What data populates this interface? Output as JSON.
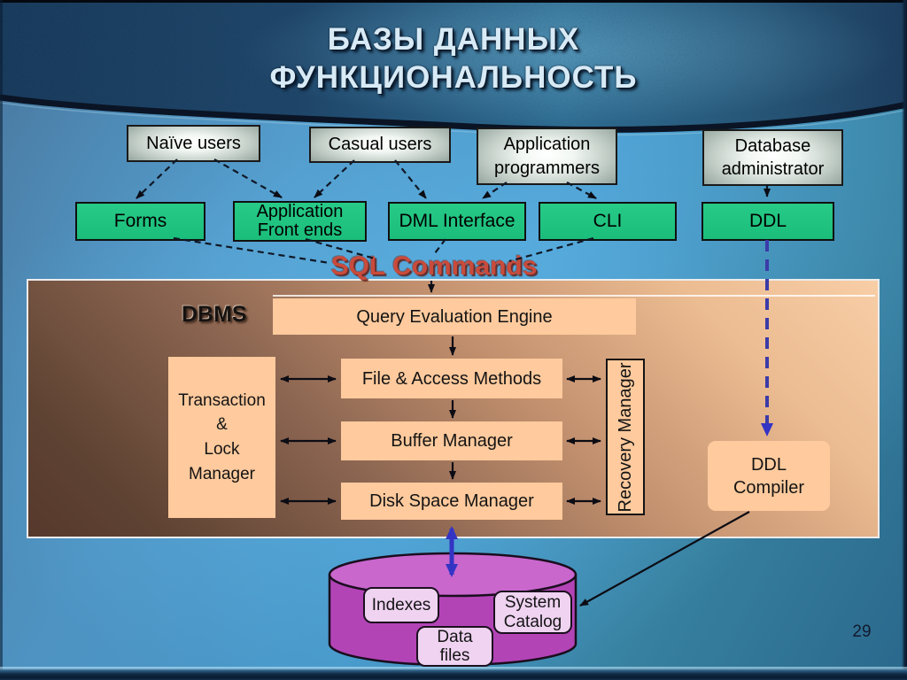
{
  "slide": {
    "title_line1": "БАЗЫ ДАННЫХ",
    "title_line2": "ФУНКЦИОНАЛЬНОСТЬ",
    "page_number": "29"
  },
  "users": [
    {
      "label": "Naïve users"
    },
    {
      "label": "Casual users"
    },
    {
      "label": "Application\nprogrammers"
    },
    {
      "label": "Database\nadministrator"
    }
  ],
  "interfaces": [
    {
      "label": "Forms"
    },
    {
      "label": "Application\nFront ends"
    },
    {
      "label": "DML Interface"
    },
    {
      "label": "CLI"
    },
    {
      "label": "DDL"
    }
  ],
  "sql_commands": "SQL Commands",
  "dbms": {
    "label": "DBMS",
    "query_engine": "Query Evaluation Engine",
    "file_access": "File & Access Methods",
    "buffer": "Buffer Manager",
    "disk_space": "Disk Space Manager",
    "transaction": "Transaction\n&\nLock\nManager",
    "recovery": "Recovery Manager",
    "ddl_compiler": "DDL\nCompiler"
  },
  "storage": {
    "indexes": "Indexes",
    "system_catalog": "System\nCatalog",
    "data_files": "Data\nfiles"
  },
  "colors": {
    "interface_green": "#1FC482",
    "module_peach": "#FFCA9D",
    "dbms_gradient_light": "#F8CEA6",
    "dbms_gradient_dark": "#56392C",
    "database_purple": "#B344B6",
    "database_purple_top": "#C967CD",
    "storage_pink": "#EFD3F1",
    "sql_red": "#C94B3B",
    "arrow_blue": "#3434C4",
    "banner_navy": "#1C4468",
    "background_blue": "#4DA2D4"
  }
}
